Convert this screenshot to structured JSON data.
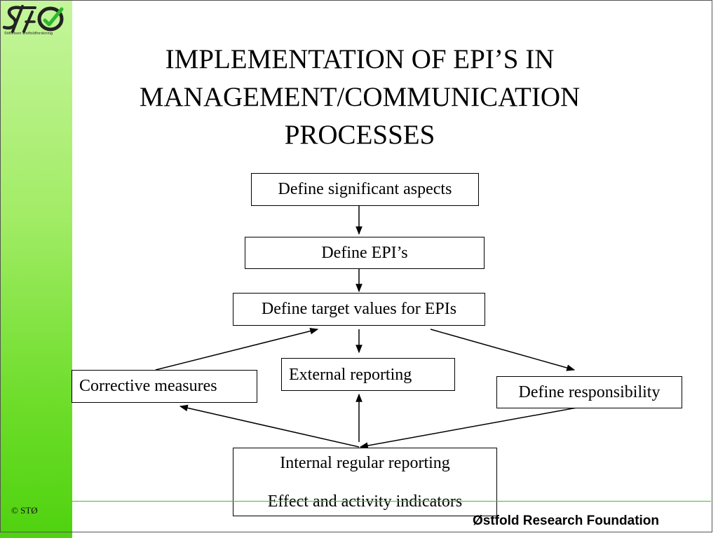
{
  "slide": {
    "title": "IMPLEMENTATION OF EPI’S IN\nMANAGEMENT/COMMUNICATION\nPROCESSES",
    "logo_text": "Stiftelsen Østfoldforskning",
    "copyright": "© STØ",
    "footer": "Østfold Research Foundation"
  },
  "diagram": {
    "nodes": {
      "significant_aspects": "Define significant aspects",
      "epis": "Define EPI’s",
      "target_values": "Define target values for EPIs",
      "external_reporting": "External reporting",
      "corrective_measures": "Corrective measures",
      "responsibility": "Define responsibility",
      "internal_reporting": "Internal regular reporting",
      "indicators": "Effect and activity indicators"
    }
  },
  "colors": {
    "sidebar_top": "#c5f59c",
    "sidebar_bottom": "#4fd20f",
    "footer_line": "#39c419"
  }
}
